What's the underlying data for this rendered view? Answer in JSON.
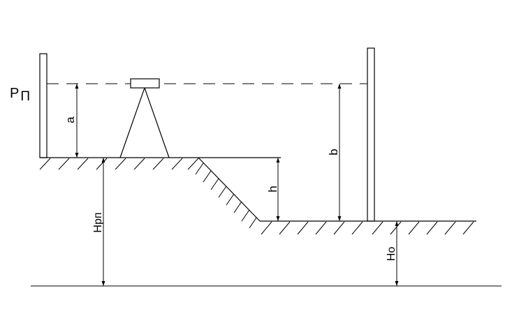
{
  "labels": {
    "staff_back": "Р",
    "staff_back_sub": "П",
    "a": "a",
    "b": "b",
    "h": "h",
    "h_rp": "Hрп",
    "h_o": "Ho"
  },
  "colors": {
    "ink": "#000000",
    "background": "#ffffff"
  }
}
